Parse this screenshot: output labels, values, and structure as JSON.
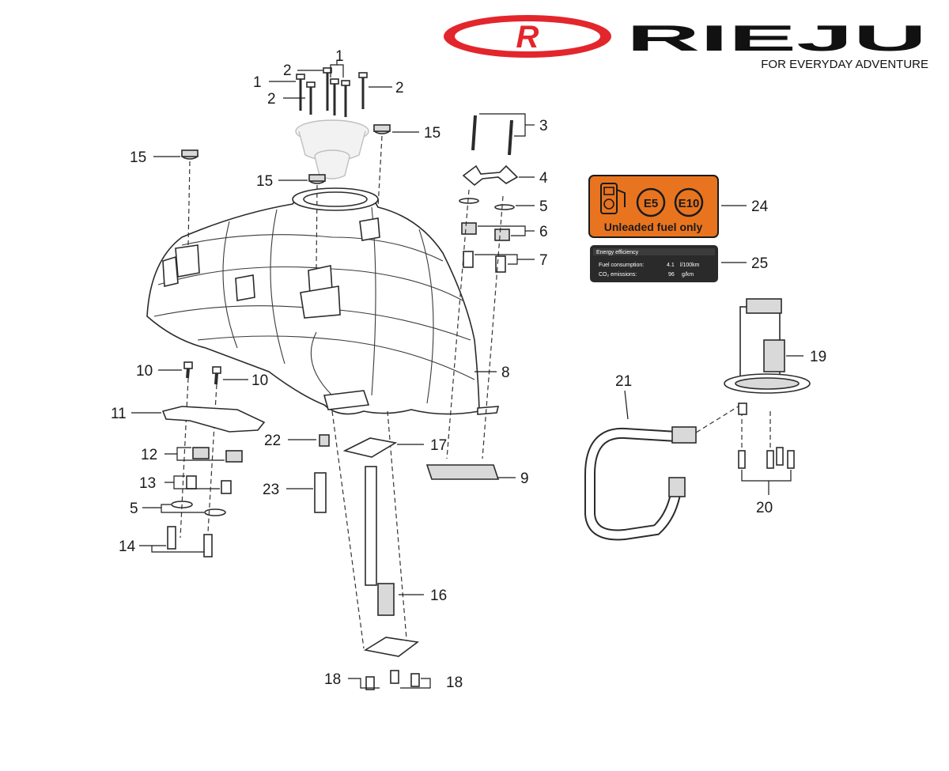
{
  "brand": {
    "logo_letter": "R",
    "wordmark": "RIEJU",
    "tagline": "FOR EVERYDAY ADVENTURE",
    "colors": {
      "red": "#e3262c",
      "black": "#111111"
    }
  },
  "fuel_label": {
    "text": "Unleaded fuel only",
    "badge_e5": "E5",
    "badge_e10": "E10",
    "background": "#e8741f"
  },
  "efficiency_label": {
    "title": "Energy efficiency",
    "row1_label": "Fuel consumption:",
    "row1_value": "4.1",
    "row1_unit": "l/100km",
    "row2_label": "CO₂ emissions:",
    "row2_value": "96",
    "row2_unit": "g/km",
    "background": "#2a2a2a"
  },
  "callouts": {
    "c1a": "1",
    "c1b": "1",
    "c2a": "2",
    "c2b": "2",
    "c2c": "2",
    "c3": "3",
    "c4": "4",
    "c5a": "5",
    "c5b": "5",
    "c6": "6",
    "c7": "7",
    "c8": "8",
    "c9": "9",
    "c10a": "10",
    "c10b": "10",
    "c11": "11",
    "c12": "12",
    "c13": "13",
    "c14": "14",
    "c15a": "15",
    "c15b": "15",
    "c15c": "15",
    "c16": "16",
    "c17": "17",
    "c18a": "18",
    "c18b": "18",
    "c19": "19",
    "c20": "20",
    "c21": "21",
    "c22": "22",
    "c23": "23",
    "c24": "24",
    "c25": "25"
  }
}
